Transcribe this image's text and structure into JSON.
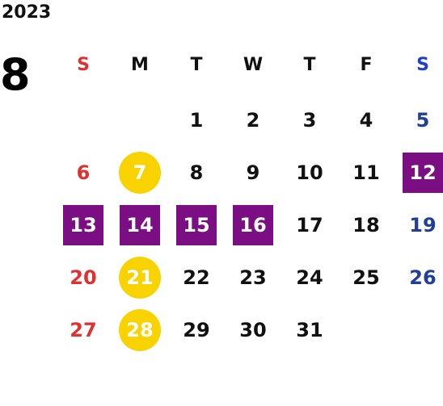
{
  "calendar": {
    "year": "2023",
    "month": "8",
    "weekdays": [
      "S",
      "M",
      "T",
      "W",
      "T",
      "F",
      "S"
    ],
    "weekday_colors": [
      "#e03030",
      "#111111",
      "#111111",
      "#111111",
      "#111111",
      "#111111",
      "#1f3fd0"
    ],
    "colors": {
      "sunday": "#e03030",
      "saturday": "#1f3f98",
      "purple_highlight": "#7b0e82",
      "yellow_highlight": "#f8d300"
    },
    "weeks": [
      [
        "",
        "",
        "1",
        "2",
        "3",
        "4",
        "5"
      ],
      [
        "6",
        "7",
        "8",
        "9",
        "10",
        "11",
        "12"
      ],
      [
        "13",
        "14",
        "15",
        "16",
        "17",
        "18",
        "19"
      ],
      [
        "20",
        "21",
        "22",
        "23",
        "24",
        "25",
        "26"
      ],
      [
        "27",
        "28",
        "29",
        "30",
        "31",
        "",
        ""
      ]
    ],
    "purple_days": [
      "12",
      "13",
      "14",
      "15",
      "16"
    ],
    "yellow_days": [
      "7",
      "21",
      "28"
    ]
  }
}
